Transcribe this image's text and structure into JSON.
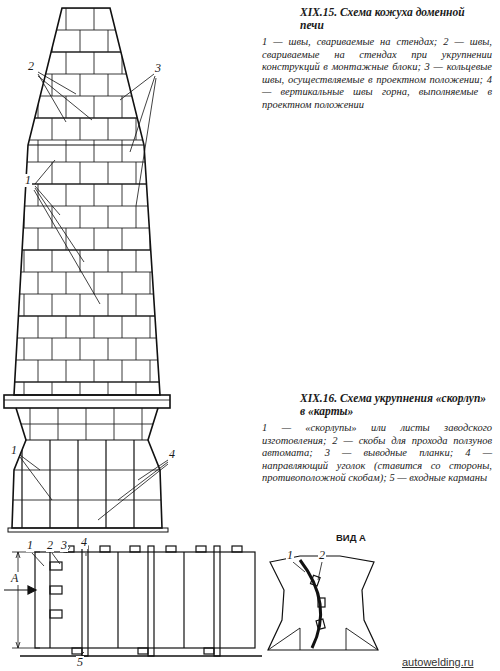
{
  "diagram": {
    "labels": [
      "XIX.15. Схема кожуха доменной печи",
      "1 — швы, свариваемые на стендах; 2 — швы, свариваемые на стендах при укрупнении конструкций в монтажные блоки; 3 — кольцевые швы, осуществляемые в проектном положении; 4 — вертикальные швы горна, выполняемые в проектном положении",
      "XIX.16. Схема укрупнения «скорлуп» в «карты»",
      "1 — «скорлупы» или листы заводского изготовления; 2 — скобы для прохода ползунов автомата; 3 — выводные планки; 4 — направляющий уголок (ставится со стороны, противоположной скобам); 5 — входные карманы",
      "2",
      "3",
      "1",
      "1",
      "4",
      "1",
      "2",
      "3",
      "4",
      "5",
      "А",
      "ВИД А",
      "1",
      "2",
      "autowelding.ru"
    ]
  }
}
